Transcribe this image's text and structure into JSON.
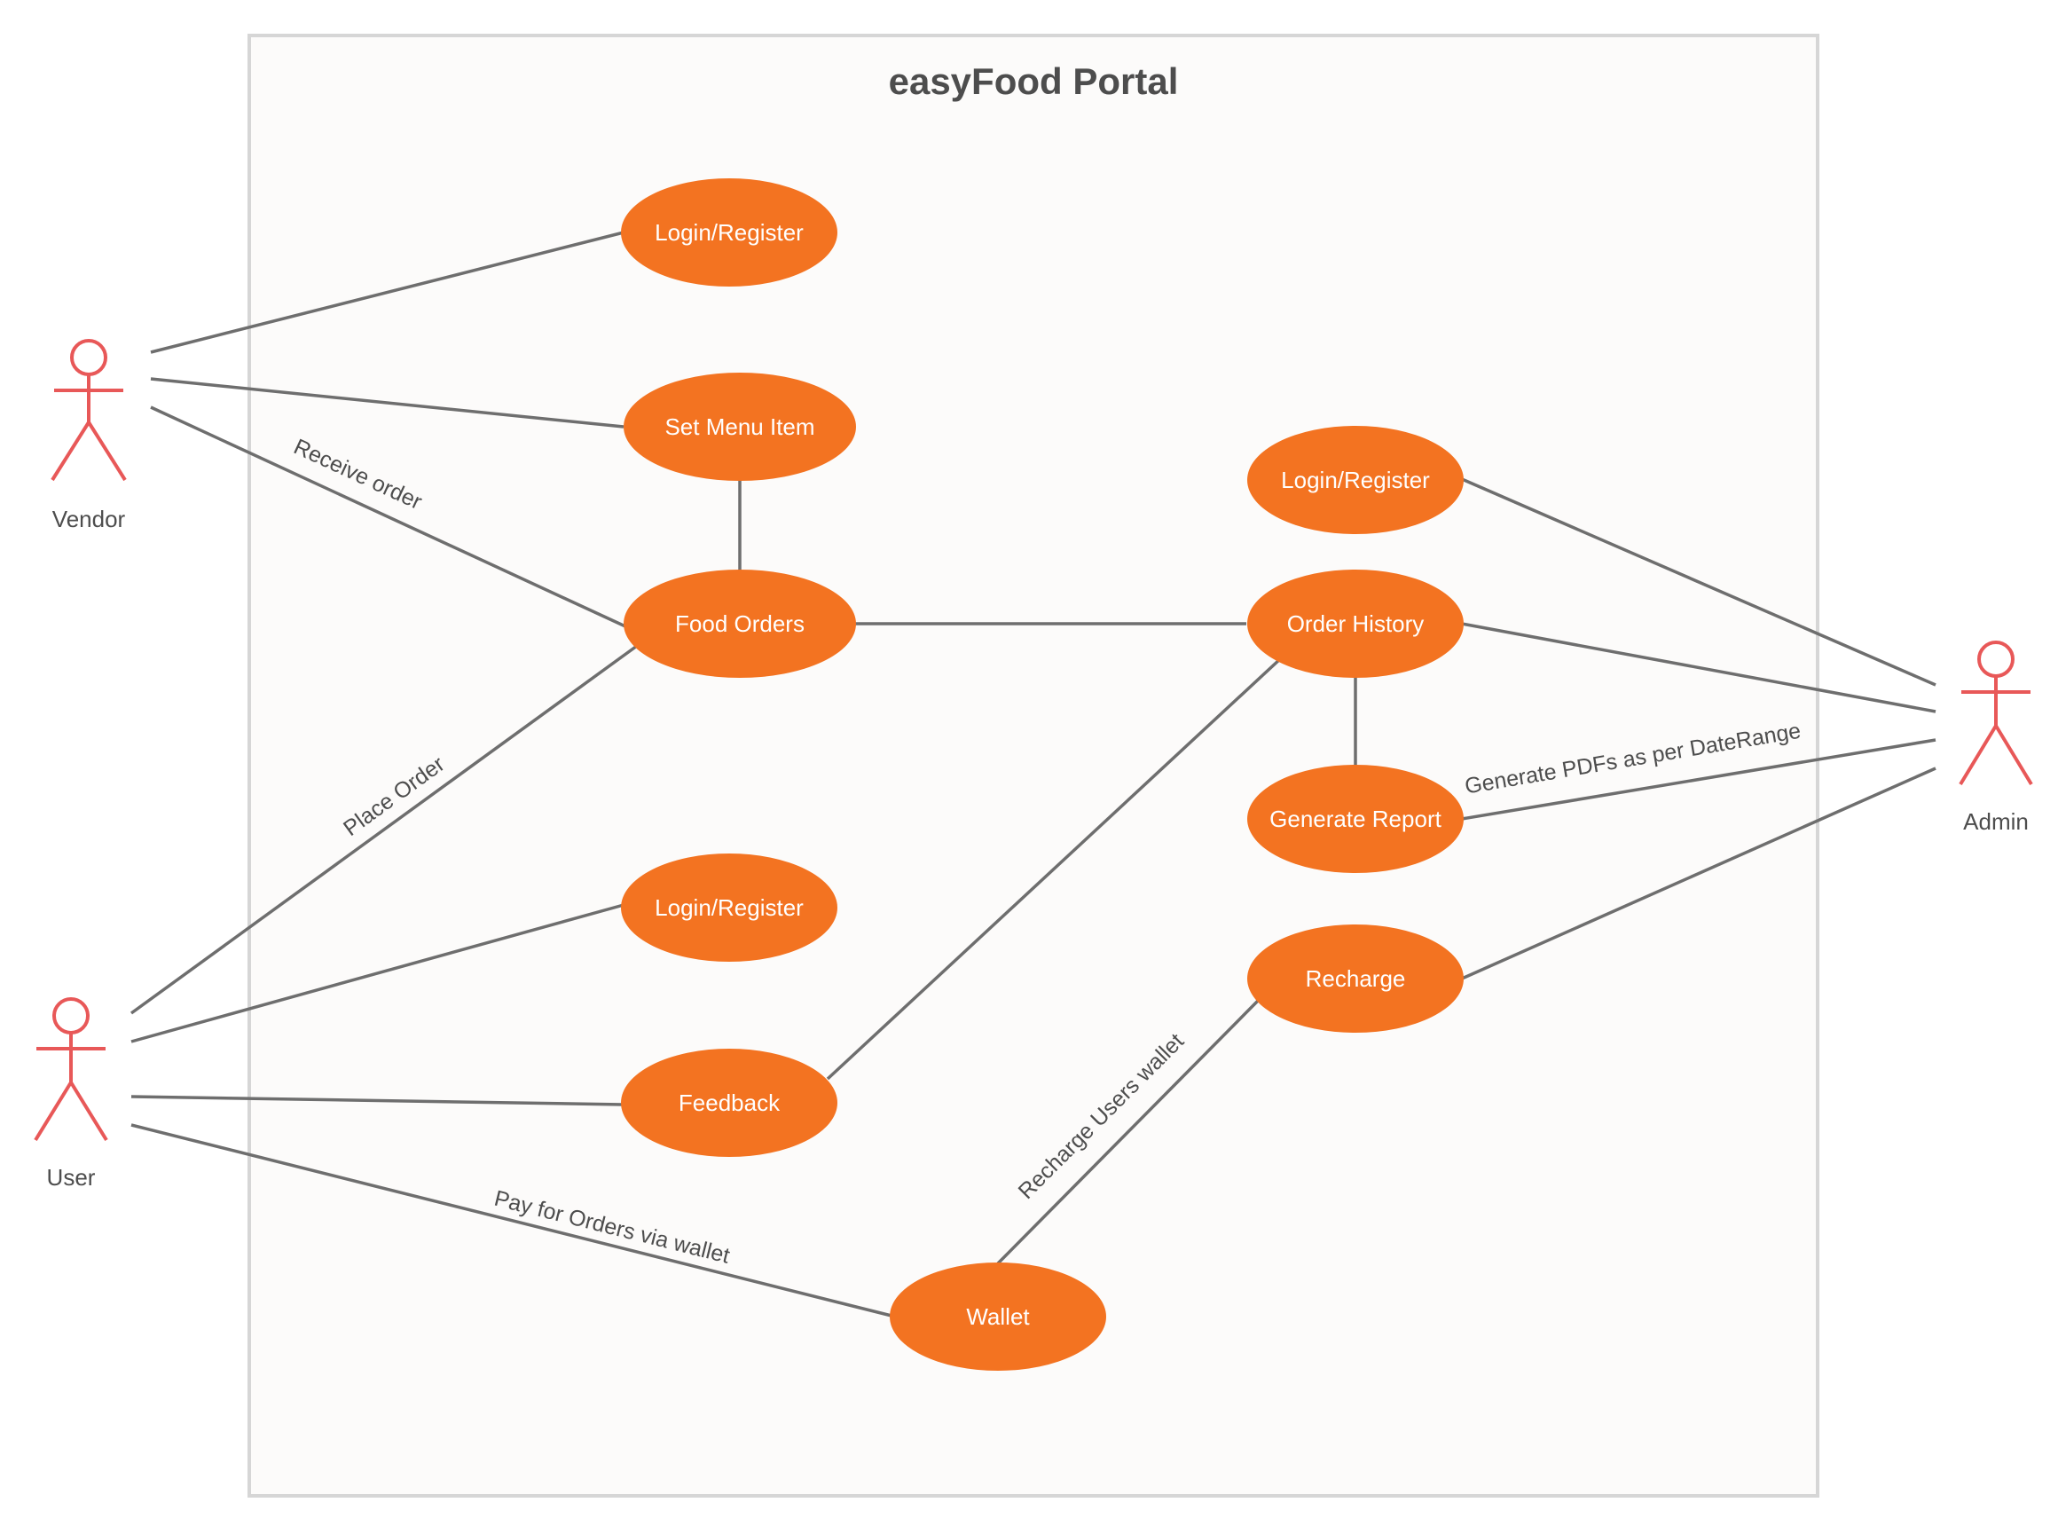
{
  "diagram": {
    "system": {
      "title": "easyFood Portal"
    },
    "actors": [
      {
        "name": "Vendor"
      },
      {
        "name": "User"
      },
      {
        "name": "Admin"
      }
    ],
    "use_cases": [
      {
        "label": "Login/Register"
      },
      {
        "label": "Set Menu Item"
      },
      {
        "label": "Food Orders"
      },
      {
        "label": "Login/Register"
      },
      {
        "label": "Feedback"
      },
      {
        "label": "Wallet"
      },
      {
        "label": "Login/Register"
      },
      {
        "label": "Order History"
      },
      {
        "label": "Generate Report"
      },
      {
        "label": "Recharge"
      }
    ],
    "association_labels": {
      "receive_order": "Receive order",
      "place_order": "Place Order",
      "pay_wallet": "Pay for Orders via wallet",
      "recharge_wallet": "Recharge Users wallet",
      "generate_pdfs": "Generate PDFs as per DateRange"
    },
    "colors": {
      "use_case_fill": "#f37321",
      "actor_stroke": "#e85858",
      "line": "#6e6e6e",
      "system_fill": "#fcfbfa",
      "system_border": "#d6d6d6"
    }
  }
}
